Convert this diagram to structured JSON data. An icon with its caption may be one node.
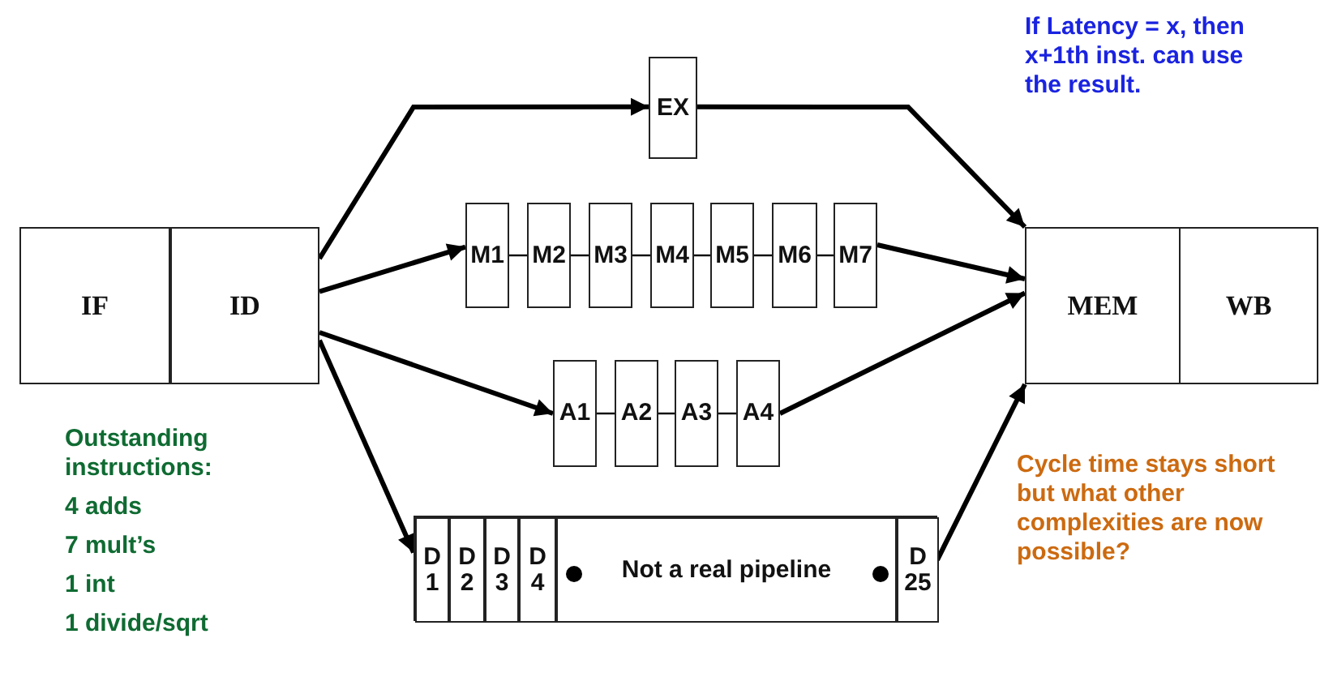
{
  "diagram": {
    "nodes": [
      {
        "text": [
          "IF"
        ]
      },
      {
        "text": [
          "ID"
        ]
      },
      {
        "text": [
          "EX"
        ]
      },
      {
        "text": [
          "M1"
        ]
      },
      {
        "text": [
          "M2"
        ]
      },
      {
        "text": [
          "M3"
        ]
      },
      {
        "text": [
          "M4"
        ]
      },
      {
        "text": [
          "M5"
        ]
      },
      {
        "text": [
          "M6"
        ]
      },
      {
        "text": [
          "M7"
        ]
      },
      {
        "text": [
          "A1"
        ]
      },
      {
        "text": [
          "A2"
        ]
      },
      {
        "text": [
          "A3"
        ]
      },
      {
        "text": [
          "A4"
        ]
      },
      {
        "text": [],
        "shape": "box"
      },
      {
        "text": [
          "D 1"
        ],
        "in": 14
      },
      {
        "text": [
          "D 2"
        ],
        "in": 14
      },
      {
        "text": [
          "D 3"
        ],
        "in": 14
      },
      {
        "text": [
          "D 4"
        ],
        "in": 14
      },
      {
        "text": [
          "Not a real pipeline"
        ],
        "in": 14
      },
      {
        "text": [
          "D 25"
        ],
        "in": 14
      },
      {
        "text": [
          "MEM"
        ]
      },
      {
        "text": [
          "WB"
        ]
      }
    ],
    "edges": [
      {
        "from": 1,
        "to": 2,
        "arrow": "to",
        "style": "thick"
      },
      {
        "from": 2,
        "to": 21,
        "arrow": "to",
        "style": "thick"
      },
      {
        "from": 1,
        "to": 3,
        "arrow": "to",
        "style": "thick"
      },
      {
        "from": 3,
        "to": 4,
        "arrow": "none"
      },
      {
        "from": 4,
        "to": 5,
        "arrow": "none"
      },
      {
        "from": 5,
        "to": 6,
        "arrow": "none"
      },
      {
        "from": 6,
        "to": 7,
        "arrow": "none"
      },
      {
        "from": 7,
        "to": 8,
        "arrow": "none"
      },
      {
        "from": 8,
        "to": 9,
        "arrow": "none"
      },
      {
        "from": 9,
        "to": 21,
        "arrow": "to",
        "style": "thick"
      },
      {
        "from": 1,
        "to": 10,
        "arrow": "to",
        "style": "thick"
      },
      {
        "from": 10,
        "to": 11,
        "arrow": "none"
      },
      {
        "from": 11,
        "to": 12,
        "arrow": "none"
      },
      {
        "from": 12,
        "to": 13,
        "arrow": "none"
      },
      {
        "from": 13,
        "to": 21,
        "arrow": "to",
        "style": "thick"
      },
      {
        "from": 1,
        "to": 14,
        "arrow": "to",
        "style": "thick"
      },
      {
        "from": 14,
        "to": 21,
        "arrow": "to",
        "style": "thick"
      }
    ],
    "labels": [
      "If Latency = x, then x+1th inst. can use the result.",
      "Outstanding instructions:",
      "4 adds",
      "7 mult’s",
      "1 int",
      "1 divide/sqrt",
      "Cycle time stays short but what other complexities are now possible?"
    ]
  }
}
